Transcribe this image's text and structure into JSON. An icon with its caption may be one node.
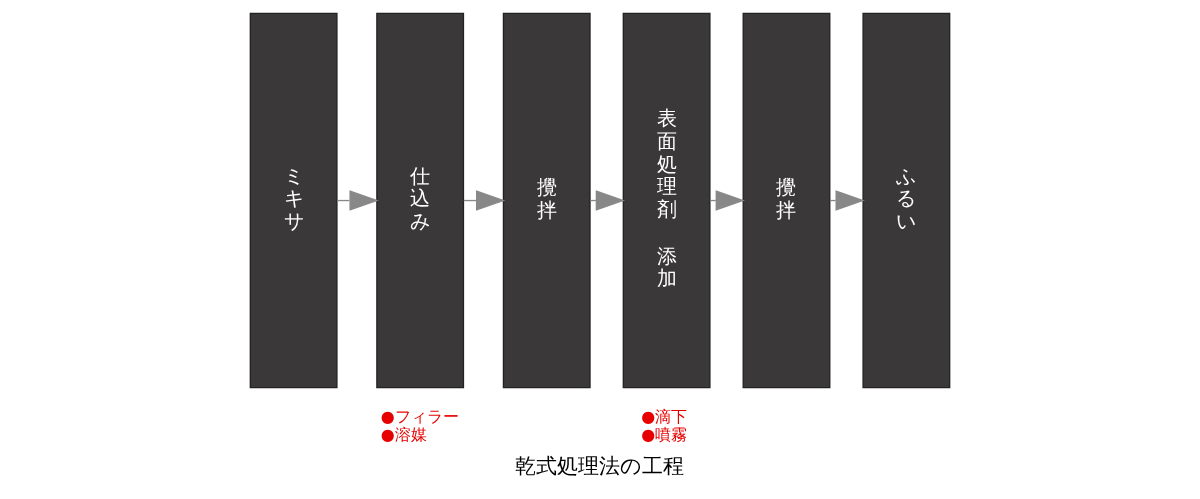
{
  "diagram": {
    "caption": "乾式処理法の工程",
    "nodes": [
      {
        "text": [
          "ミキサ"
        ]
      },
      {
        "text": [
          "仕込み"
        ],
        "beside": [
          "●フィラー",
          "●溶媒"
        ]
      },
      {
        "text": [
          "攪拌"
        ]
      },
      {
        "text": [
          "表面処理剤",
          "添加"
        ],
        "beside": [
          "●滴下",
          "●噴霧"
        ]
      },
      {
        "text": [
          "攪拌"
        ]
      },
      {
        "text": [
          "ふるい"
        ]
      }
    ],
    "edges": [
      {
        "from": 0,
        "to": 1,
        "arrow": "to"
      },
      {
        "from": 1,
        "to": 2,
        "arrow": "to"
      },
      {
        "from": 2,
        "to": 3,
        "arrow": "to"
      },
      {
        "from": 3,
        "to": 4,
        "arrow": "to"
      },
      {
        "from": 4,
        "to": 5,
        "arrow": "to"
      }
    ]
  }
}
